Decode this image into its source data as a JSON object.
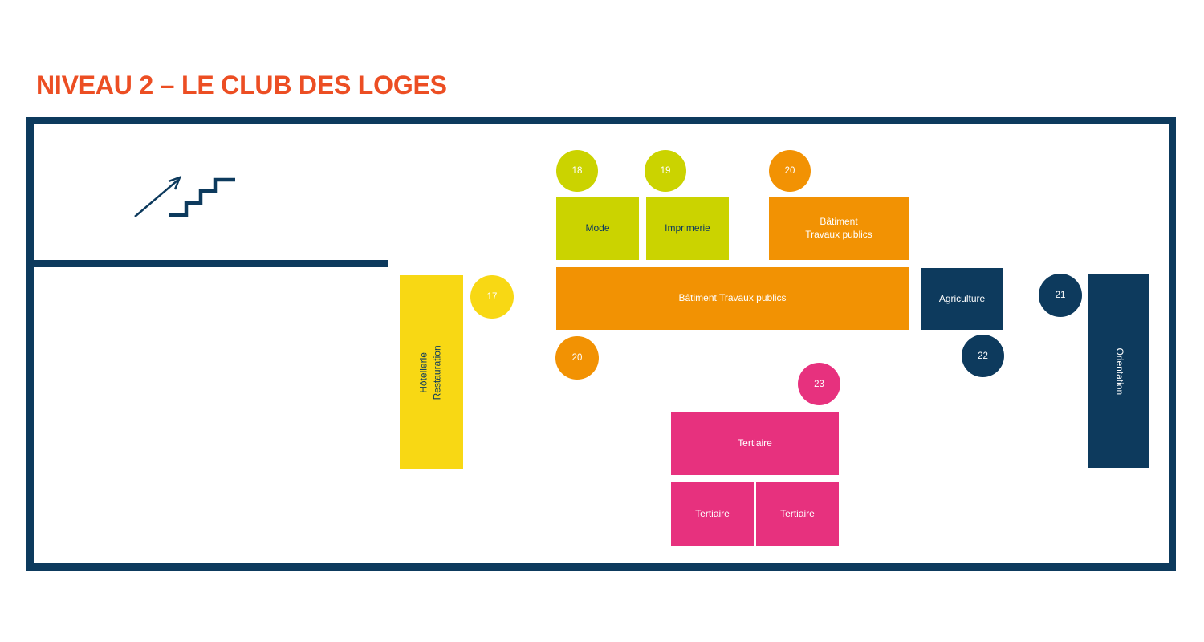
{
  "title": "NIVEAU 2 – LE CLUB DES LOGES",
  "colors": {
    "title_orange": "#ec4e23",
    "navy": "#0d3a5d",
    "yellow": "#f8d814",
    "lime": "#cbd300",
    "orange": "#f29203",
    "pink": "#e7317e",
    "white": "#ffffff"
  },
  "icons": {
    "stairs_up": "stairs-with-up-arrow"
  },
  "zones": [
    {
      "id": "hotellerie-restauration",
      "lines": [
        "Hôtellerie",
        "Restauration"
      ]
    },
    {
      "id": "mode",
      "label": "Mode"
    },
    {
      "id": "imprimerie",
      "label": "Imprimerie"
    },
    {
      "id": "batiment-travaux-publics-upper",
      "lines": [
        "Bâtiment",
        "Travaux publics"
      ]
    },
    {
      "id": "batiment-travaux-publics-main",
      "label": "Bâtiment Travaux publics"
    },
    {
      "id": "agriculture",
      "label": "Agriculture"
    },
    {
      "id": "orientation",
      "label": "Orientation"
    },
    {
      "id": "tertiaire-main",
      "label": "Tertiaire"
    },
    {
      "id": "tertiaire-left",
      "label": "Tertiaire"
    },
    {
      "id": "tertiaire-right",
      "label": "Tertiaire"
    }
  ],
  "badges": [
    {
      "number": "17",
      "color": "yellow"
    },
    {
      "number": "18",
      "color": "lime"
    },
    {
      "number": "19",
      "color": "lime"
    },
    {
      "number": "20",
      "color": "orange"
    },
    {
      "number": "20",
      "color": "orange"
    },
    {
      "number": "21",
      "color": "navy"
    },
    {
      "number": "22",
      "color": "navy"
    },
    {
      "number": "23",
      "color": "pink"
    }
  ]
}
